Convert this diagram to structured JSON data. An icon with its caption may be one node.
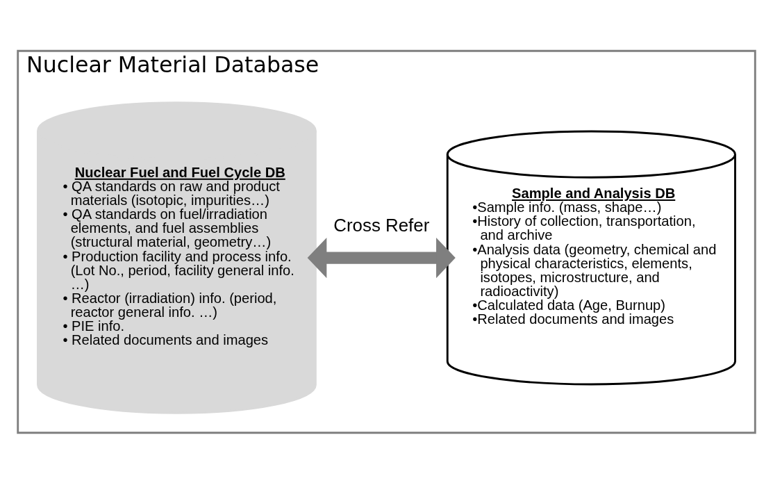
{
  "diagram": {
    "nodes": [
      {
        "text": [
          "Nuclear Material Database"
        ]
      },
      {
        "text": [
          "Nuclear Fuel and Fuel Cycle DB",
          "• QA standards on raw and product materials (isotopic, impurities…)",
          "• QA standards on fuel/irradiation elements, and fuel assemblies (structural material, geometry…)",
          "• Production facility and process info. (Lot No., period, facility general info. …)",
          "• Reactor (irradiation) info. (period, reactor general info. …)",
          "• PIE info.",
          "• Related documents and images"
        ],
        "in": 0
      },
      {
        "text": [
          "Sample and Analysis DB",
          "•Sample info. (mass, shape…)",
          "•History of collection, transportation, and archive",
          "•Analysis data (geometry, chemical and physical characteristics, elements, isotopes, microstructure, and radioactivity)",
          "•Calculated data (Age, Burnup)",
          "•Related documents and images"
        ],
        "in": 0
      }
    ],
    "edges": [
      {
        "from": 1,
        "to": 2,
        "arrow": "both",
        "label": "Cross Refer",
        "color": "#7f7f7f"
      }
    ]
  }
}
